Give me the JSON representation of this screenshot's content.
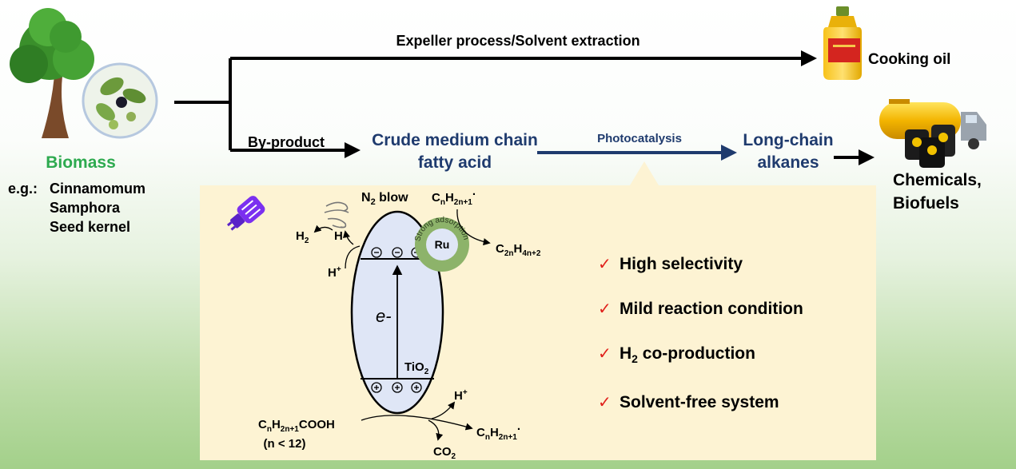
{
  "top_route": {
    "process_label": "Expeller process/Solvent extraction",
    "product_label": "Cooking oil"
  },
  "source": {
    "title": "Biomass",
    "example_prefix": "e.g.:",
    "example_lines": [
      "Cinnamomum",
      "Samphora",
      "Seed kernel"
    ]
  },
  "main_route": {
    "byproduct_label": "By-product",
    "feedstock_lines": [
      "Crude medium chain",
      "fatty acid"
    ],
    "process_label": "Photocatalysis",
    "product_lines": [
      "Long-chain",
      "alkanes"
    ],
    "final_lines": [
      "Chemicals,",
      "Biofuels"
    ]
  },
  "mechanism": {
    "electron_label": "e-",
    "catalyst": "TiO",
    "catalyst_sub": "2",
    "cocatalyst": "Ru",
    "ring_text": "Strong adsorption",
    "n2_blow": {
      "main": "N",
      "sub": "2",
      "rest": " blow"
    },
    "h_atom": "H",
    "h2": {
      "main": "H",
      "sub": "2"
    },
    "h_plus_top": {
      "main": "H",
      "sup": "+"
    },
    "h_plus_bottom": {
      "main": "H",
      "sup": "+"
    },
    "radical_top": {
      "c": "C",
      "n": "n",
      "h": "H",
      "sub": "2n+1",
      "dot": "·"
    },
    "alkane_product": {
      "c": "C",
      "sub1": "2n",
      "h": "H",
      "sub2": "4n+2"
    },
    "fatty_acid": {
      "c": "C",
      "n": "n",
      "h": "H",
      "sub": "2n+1",
      "rest": "COOH"
    },
    "condition": "(n < 12)",
    "co2": {
      "main": "CO",
      "sub": "2"
    },
    "radical_bottom": {
      "c": "C",
      "n": "n",
      "h": "H",
      "sub": "2n+1",
      "dot": "·"
    }
  },
  "advantages": {
    "check_symbol": "✓",
    "items": [
      {
        "text": "High selectivity"
      },
      {
        "text": "Mild reaction condition"
      },
      {
        "main": "H",
        "sub": "2",
        "rest": " co-production"
      },
      {
        "text": "Solvent-free system"
      }
    ]
  },
  "colors": {
    "biomass_green": "#2daa4f",
    "navy": "#1f3b6e",
    "check_red": "#e0201b",
    "panel_fill": "#fdf3d3",
    "ellipse_fill": "#dfe6f6",
    "ring_green": "#8db36a",
    "lamp_purple": "#7b2ff0"
  }
}
